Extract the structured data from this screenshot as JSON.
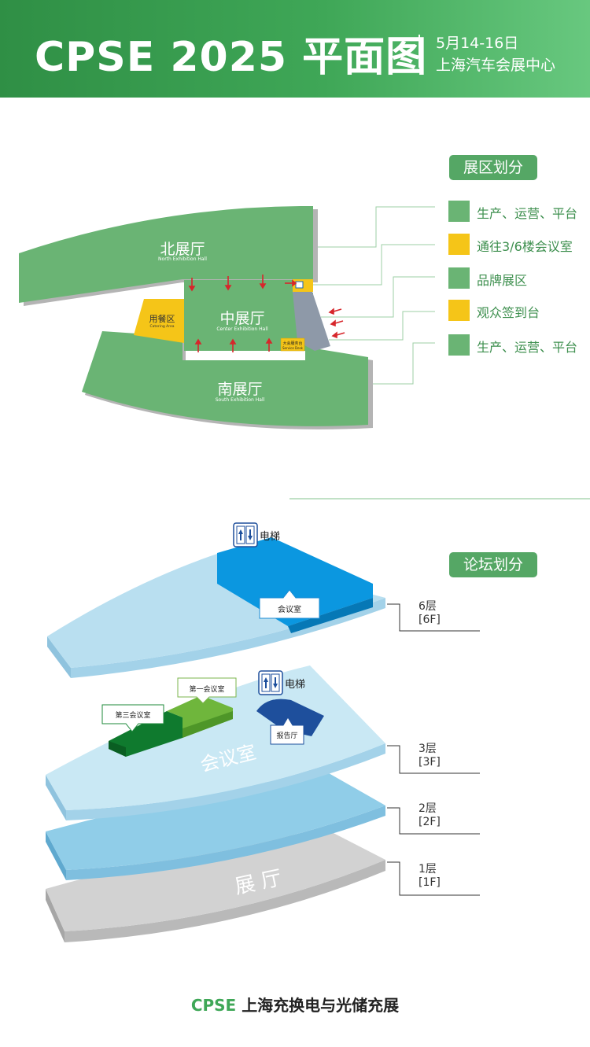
{
  "header": {
    "title": "CPSE 2025 平面图",
    "date": "5月14-16日",
    "venue": "上海汽车会展中心"
  },
  "colors": {
    "green": "#6ab474",
    "yellow": "#f5c518",
    "blue_dark": "#0a94e0",
    "blue_light": "#a8d9ee",
    "gray": "#cfcfcf"
  },
  "map": {
    "north_hall": "北展厅",
    "north_hall_en": "North Exhibition Hall",
    "center_hall": "中展厅",
    "center_hall_en": "Center Exhibition Hall",
    "south_hall": "南展厅",
    "south_hall_en": "South Exhibition Hall",
    "catering": "用餐区",
    "catering_en": "Catering Area",
    "service_desk": "大会服务台",
    "service_desk_en": "Service Desk"
  },
  "zones": {
    "label": "展区划分",
    "items": [
      {
        "text": "生产、运营、平台",
        "color": "#6ab474"
      },
      {
        "text": "通往3/6楼会议室",
        "color": "#f5c518"
      },
      {
        "text": "品牌展区",
        "color": "#6ab474"
      },
      {
        "text": "观众签到台",
        "color": "#f5c518"
      },
      {
        "text": "生产、运营、平台",
        "color": "#6ab474"
      }
    ]
  },
  "forum": {
    "label": "论坛划分",
    "elevator": "电梯",
    "elevator_3f": "电梯",
    "meeting_room_6f": "会议室",
    "room_first": "第一会议室",
    "room_third": "第三会议室",
    "report_hall": "报告厅",
    "floor3_text": "会议室",
    "floor1_text": "展 厅",
    "floors": [
      {
        "name": "6层",
        "code": "[6F]"
      },
      {
        "name": "3层",
        "code": "[3F]"
      },
      {
        "name": "2层",
        "code": "[2F]"
      },
      {
        "name": "1层",
        "code": "[1F]"
      }
    ]
  },
  "footer": {
    "brand": "CPSE",
    "rest": "上海充换电与光储充展"
  }
}
